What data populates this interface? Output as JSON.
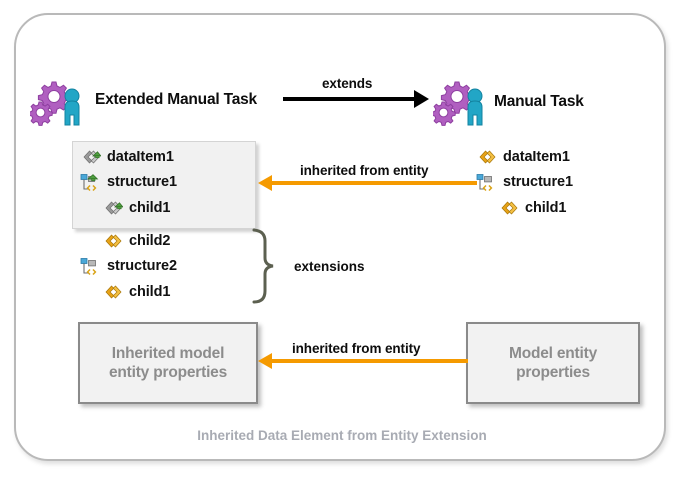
{
  "diagram": {
    "caption": "Inherited Data Element from Entity Extension",
    "colors": {
      "frame_border": "#b9b9b9",
      "orange_arrow": "#f59a00",
      "black_arrow": "#000000",
      "panel_bg": "#f1f1f1",
      "box_bg": "#f2f2f2",
      "box_border": "#8a8a8a",
      "box_text": "#8c8c8c",
      "caption_text": "#a8abb3",
      "gear_purple": "#b05fc0",
      "person_teal": "#22a6c6",
      "element_orange": "#e8a317",
      "element_gray": "#8c8c8c",
      "inherited_green": "#4f9e3f"
    }
  },
  "left": {
    "task": {
      "title": "Extended Manual Task",
      "icon": "manual-task-icon"
    },
    "tree": [
      {
        "label": "dataItem1",
        "icon": "inherited-data-element-icon",
        "indent": 0
      },
      {
        "label": "structure1",
        "icon": "inherited-structure-icon",
        "indent": 0
      },
      {
        "label": "child1",
        "icon": "inherited-data-element-icon",
        "indent": 1
      },
      {
        "label": "child2",
        "icon": "data-element-icon",
        "indent": 1
      },
      {
        "label": "structure2",
        "icon": "structure-icon",
        "indent": 0
      },
      {
        "label": "child1",
        "icon": "data-element-icon",
        "indent": 1
      }
    ],
    "properties_box": {
      "line1": "Inherited model",
      "line2": "entity properties"
    }
  },
  "right": {
    "task": {
      "title": "Manual Task",
      "icon": "manual-task-icon"
    },
    "tree": [
      {
        "label": "dataItem1",
        "icon": "data-element-icon",
        "indent": 0
      },
      {
        "label": "structure1",
        "icon": "structure-icon",
        "indent": 0
      },
      {
        "label": "child1",
        "icon": "data-element-icon",
        "indent": 1
      }
    ],
    "properties_box": {
      "line1": "Model entity",
      "line2": "properties"
    }
  },
  "arrows": {
    "extends": "extends",
    "inherited_tree": "inherited from entity",
    "inherited_props": "inherited from entity"
  },
  "brace": {
    "label": "extensions"
  }
}
